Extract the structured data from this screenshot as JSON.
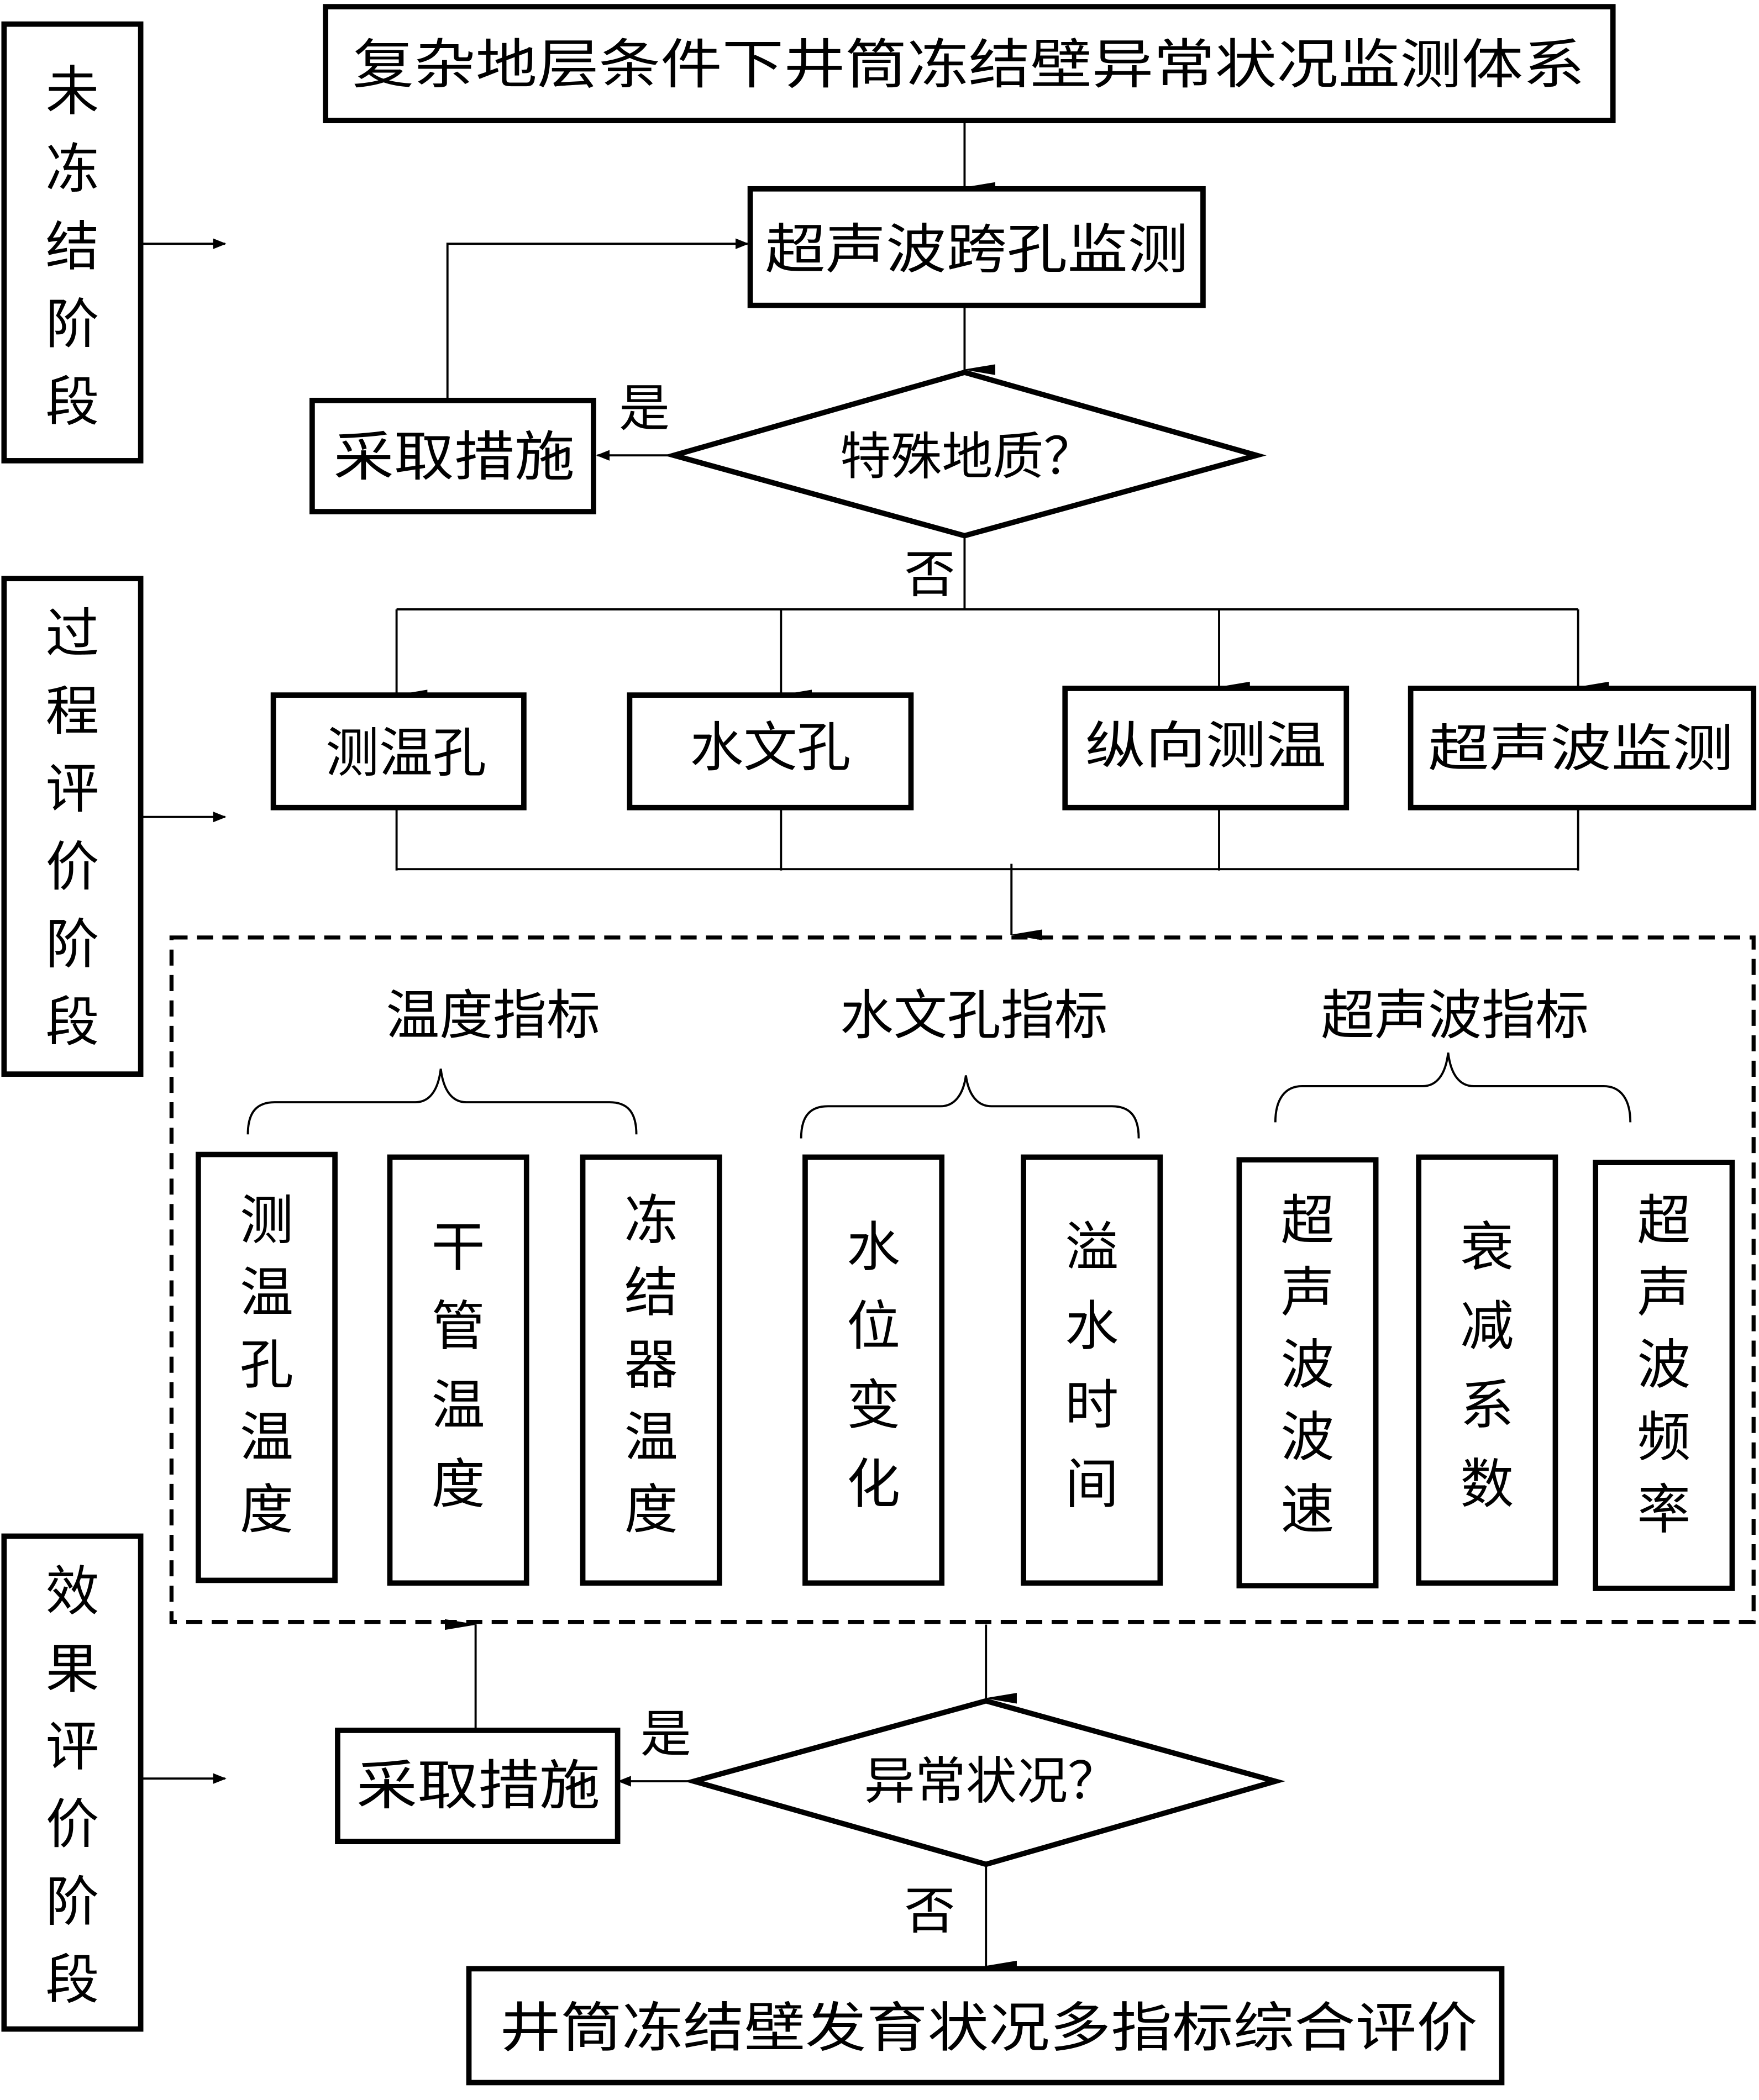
{
  "title": "复杂地层条件下井筒冻结壁异常状况监测体系",
  "stages": [
    {
      "chars": [
        "未",
        "冻",
        "结",
        "阶",
        "段"
      ],
      "label": "未冻结阶段"
    },
    {
      "chars": [
        "过",
        "程",
        "评",
        "价",
        "阶",
        "段"
      ],
      "label": "过程评价阶段"
    },
    {
      "chars": [
        "效",
        "果",
        "评",
        "价",
        "阶",
        "段"
      ],
      "label": "效果评价阶段"
    }
  ],
  "nodes": {
    "ultrasonic_crosshole": "超声波跨孔监测",
    "special_geology": "特殊地质？",
    "take_measures_1": "采取措施",
    "yes_1": "是",
    "no_1": "否",
    "monitors": [
      "测温孔",
      "水文孔",
      "纵向测温",
      "超声波监测"
    ],
    "abnormal": "异常状况？",
    "take_measures_2": "采取措施",
    "yes_2": "是",
    "no_2": "否",
    "final": "井筒冻结壁发育状况多指标综合评价"
  },
  "indicator_groups": [
    {
      "title": "温度指标",
      "items": [
        {
          "chars": [
            "测",
            "温",
            "孔",
            "温",
            "度"
          ]
        },
        {
          "chars": [
            "干",
            "管",
            "温",
            "度"
          ]
        },
        {
          "chars": [
            "冻",
            "结",
            "器",
            "温",
            "度"
          ]
        }
      ]
    },
    {
      "title": "水文孔指标",
      "items": [
        {
          "chars": [
            "水",
            "位",
            "变",
            "化"
          ]
        },
        {
          "chars": [
            "溢",
            "水",
            "时",
            "间"
          ]
        }
      ]
    },
    {
      "title": "超声波指标",
      "items": [
        {
          "chars": [
            "超",
            "声",
            "波",
            "波",
            "速"
          ]
        },
        {
          "chars": [
            "衰",
            "减",
            "系",
            "数"
          ]
        },
        {
          "chars": [
            "超",
            "声",
            "波",
            "频",
            "率"
          ]
        }
      ]
    }
  ]
}
